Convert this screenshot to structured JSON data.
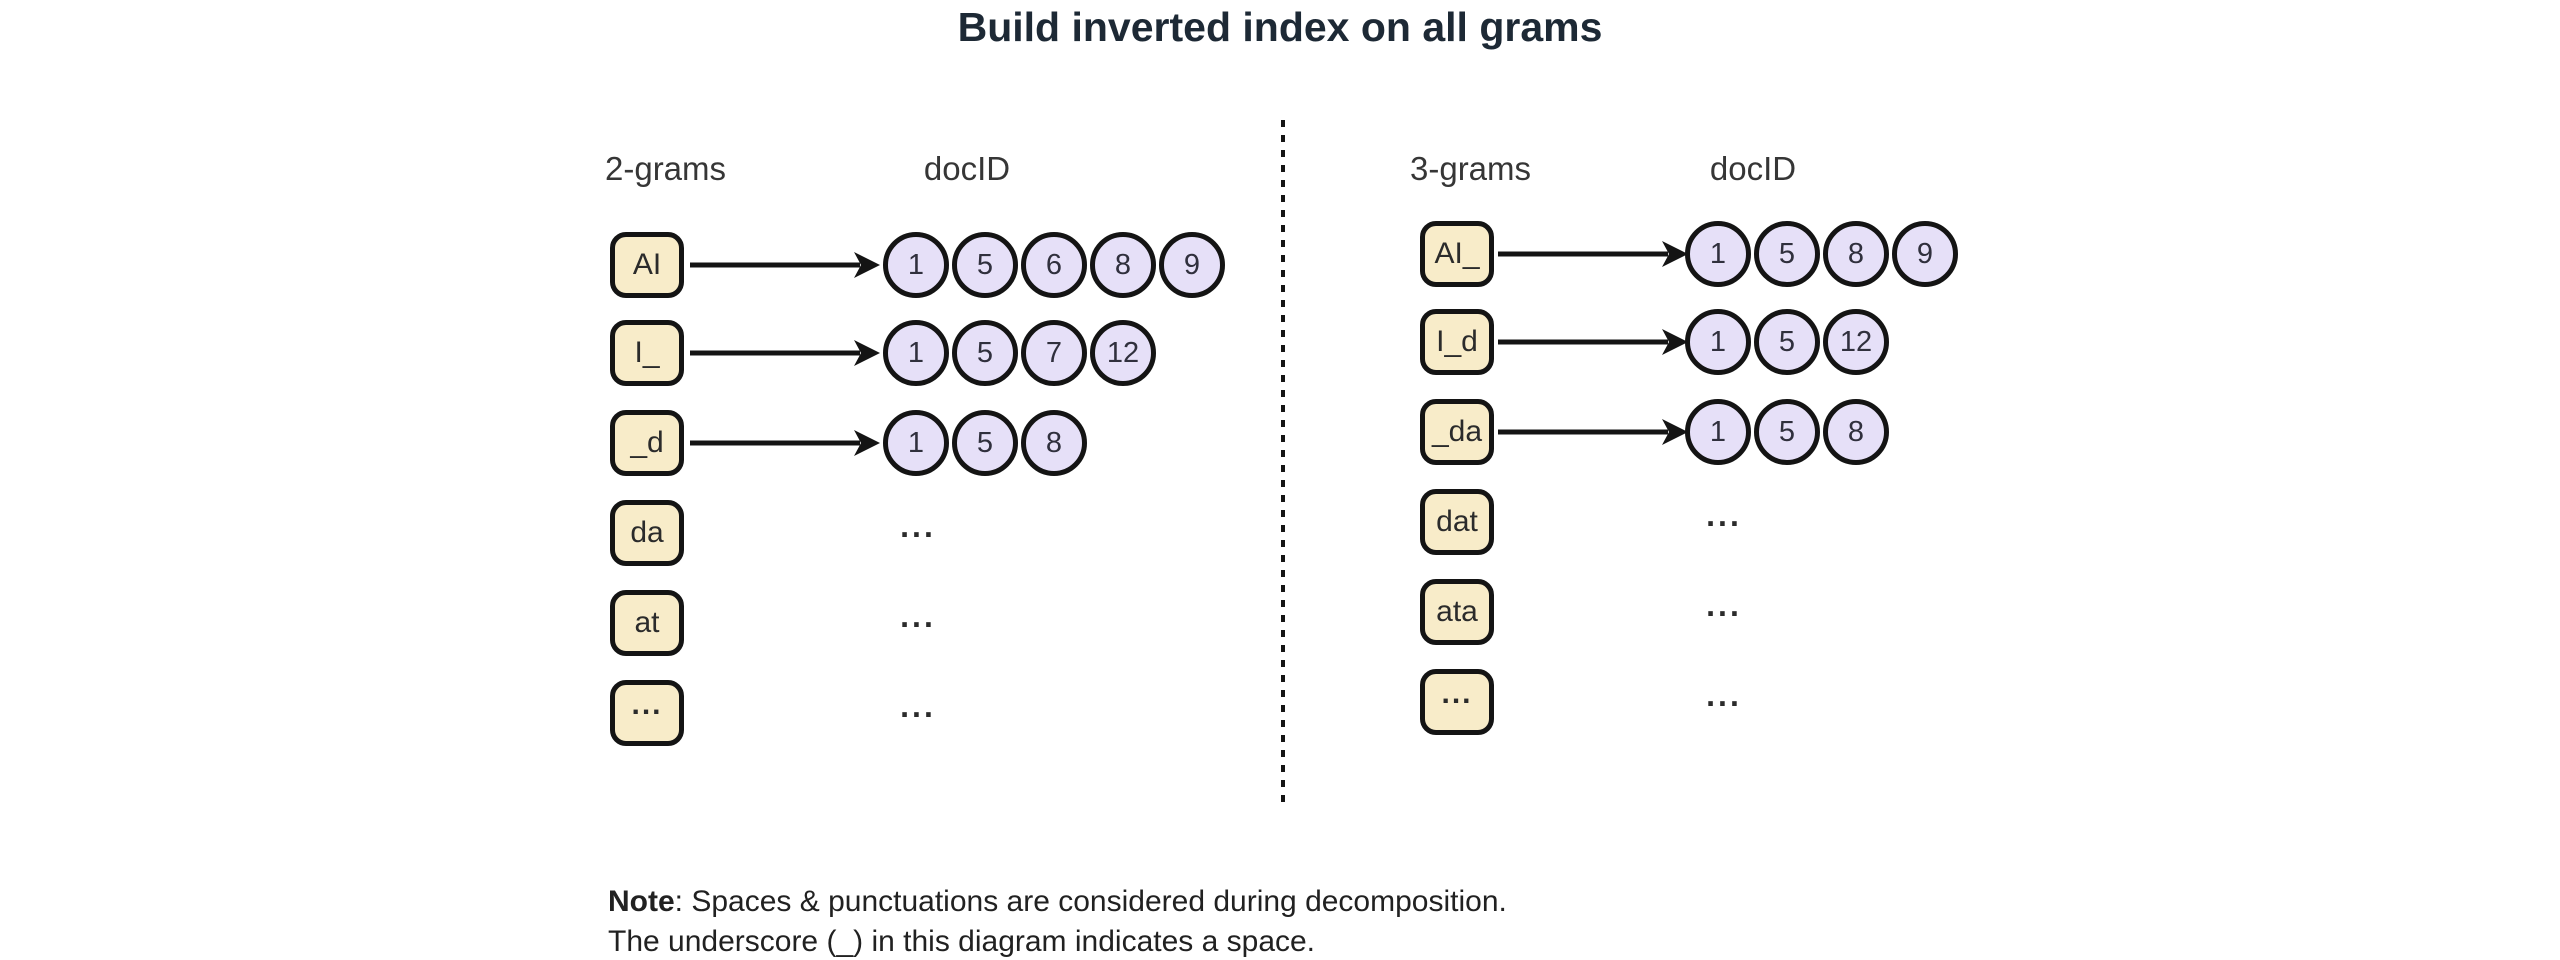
{
  "title": "Build inverted index on all grams",
  "colors": {
    "background": "#ffffff",
    "gram_box_fill": "#f8ecc9",
    "docid_circle_fill": "#e6e0f8",
    "stroke": "#141414",
    "title_text": "#1d2935",
    "body_text": "#2b2b2b"
  },
  "sections": [
    {
      "gram_header": "2-grams",
      "docid_header": "docID",
      "rows": [
        {
          "gram": "AI",
          "docids": [
            "1",
            "5",
            "6",
            "8",
            "9"
          ]
        },
        {
          "gram": "I_",
          "docids": [
            "1",
            "5",
            "7",
            "12"
          ]
        },
        {
          "gram": "_d",
          "docids": [
            "1",
            "5",
            "8"
          ]
        },
        {
          "gram": "da",
          "ellipsis": "..."
        },
        {
          "gram": "at",
          "ellipsis": "..."
        },
        {
          "gram": "...",
          "ellipsis": "..."
        }
      ]
    },
    {
      "gram_header": "3-grams",
      "docid_header": "docID",
      "rows": [
        {
          "gram": "AI_",
          "docids": [
            "1",
            "5",
            "8",
            "9"
          ]
        },
        {
          "gram": "I_d",
          "docids": [
            "1",
            "5",
            "12"
          ]
        },
        {
          "gram": "_da",
          "docids": [
            "1",
            "5",
            "8"
          ]
        },
        {
          "gram": "dat",
          "ellipsis": "..."
        },
        {
          "gram": "ata",
          "ellipsis": "..."
        },
        {
          "gram": "...",
          "ellipsis": "..."
        }
      ]
    }
  ],
  "note": {
    "label": "Note",
    "line1_rest": ": Spaces & punctuations are considered during decomposition.",
    "line2": "The underscore (_) in this diagram indicates a space."
  }
}
